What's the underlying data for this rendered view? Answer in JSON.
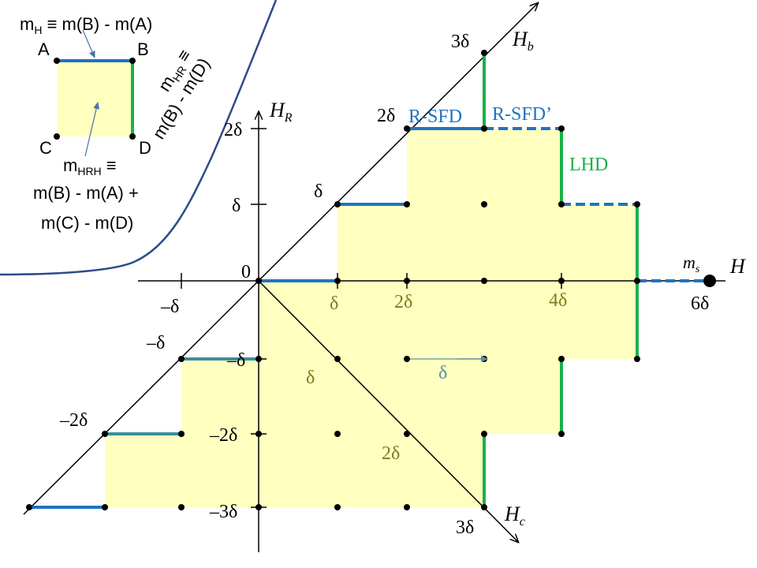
{
  "inset": {
    "formula_mh": "m",
    "formula_mh_sub": "H",
    "formula_mh_rest": " ≡ m(B) - m(A)",
    "corner_a": "A",
    "corner_b": "B",
    "corner_c": "C",
    "corner_d": "D",
    "formula_mhr_1": "m",
    "formula_mhr_sub": "HR",
    "formula_mhr_eq": " ≡",
    "formula_mhr_2": "m(B) - m(D)",
    "formula_mhrh_1": "m",
    "formula_mhrh_sub": "HRH",
    "formula_mhrh_eq": " ≡",
    "formula_mhrh_2": "m(B) - m(A) +",
    "formula_mhrh_3": "m(C) - m(D)"
  },
  "axes": {
    "h_label": "H",
    "hr_label": "H",
    "hr_sub": "R",
    "hb_label": "H",
    "hb_sub": "b",
    "hc_label": "H",
    "hc_sub": "c",
    "ms_label": "m",
    "ms_sub": "s"
  },
  "ticks": {
    "zero": "0",
    "x_neg_delta": "–δ",
    "x_delta": "δ",
    "x_2delta": "2δ",
    "x_4delta": "4δ",
    "x_6delta": "6δ",
    "y_2delta": "2δ",
    "y_delta": "δ",
    "y_neg_delta": "–δ",
    "y_neg_2delta": "–2δ",
    "y_neg_3delta": "–3δ",
    "b_3delta": "3δ",
    "b_2delta": "2δ",
    "b_delta": "δ",
    "b_neg_delta": "–δ",
    "b_neg_2delta": "–2δ",
    "c_delta": "δ",
    "c_2delta": "2δ",
    "c_3delta": "3δ",
    "spacing_delta": "δ"
  },
  "labels": {
    "rsfd": "R-SFD",
    "rsfd_prime": "R-SFD’",
    "lhd": "LHD"
  },
  "colors": {
    "fill": "#ffffc0",
    "blue": "#1f74c2",
    "green": "#1bb04b",
    "olive": "#807a20",
    "navy": "#2e4b8a",
    "gray_blue": "#5a8fa3"
  }
}
